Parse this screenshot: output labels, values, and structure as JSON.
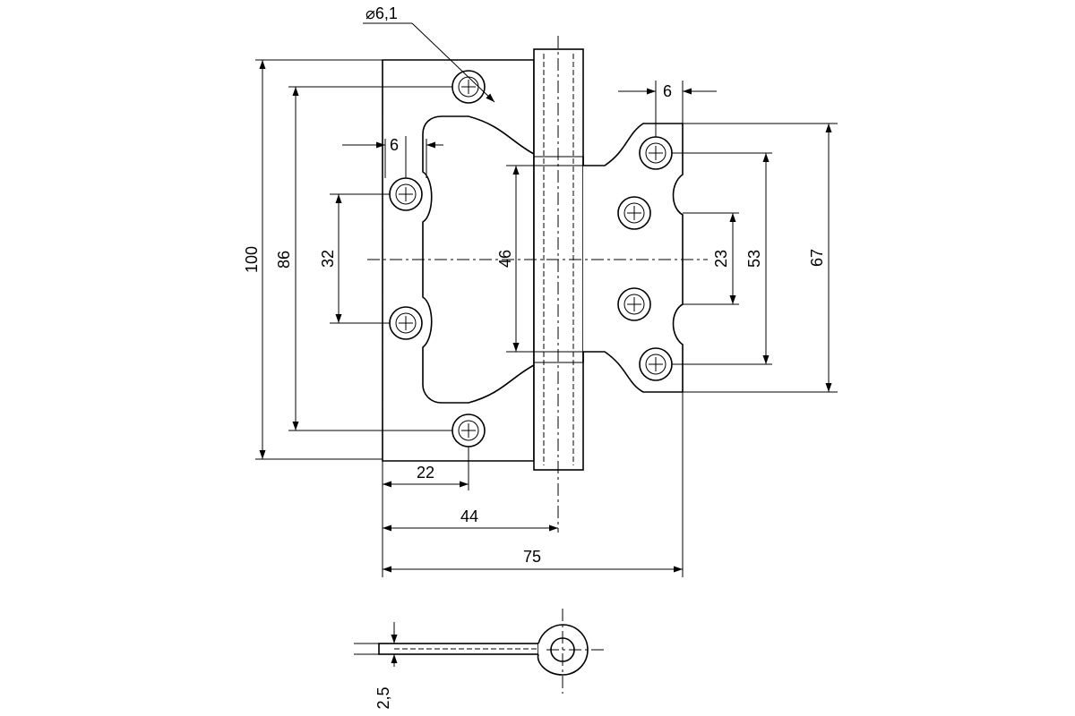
{
  "drawing": {
    "dimensions": {
      "hole_diameter": "⌀6,1",
      "total_height": "100",
      "outer_hole_spacing": "86",
      "inner_hole_spacing_left": "32",
      "knuckle_length": "46",
      "offset_left": "6",
      "offset_right": "6",
      "inner_hole_spacing_right": "23",
      "middle_hole_spacing_right": "53",
      "right_leaf_height": "67",
      "hole_edge_distance": "22",
      "leaf_width_to_axis": "44",
      "total_width": "75",
      "thickness": "2,5"
    }
  }
}
